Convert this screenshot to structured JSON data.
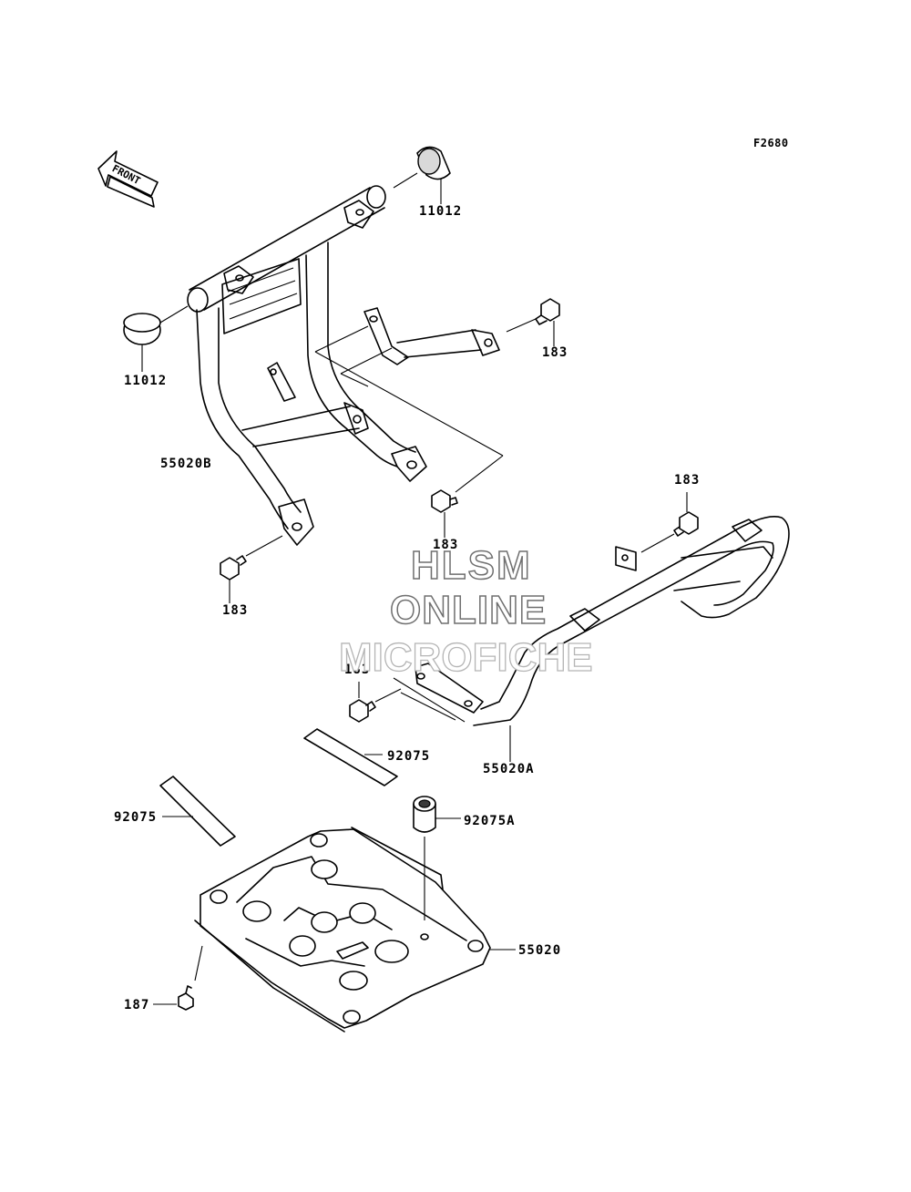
{
  "figure_code": "F2680",
  "front_arrow_text": "FRONT",
  "watermark": [
    "HLSM",
    "ONLINE",
    "MICROFICHE"
  ],
  "parts": [
    {
      "id": "cap-top",
      "number": "11012"
    },
    {
      "id": "cap-left",
      "number": "11012"
    },
    {
      "id": "bolt-right-upper",
      "number": "183"
    },
    {
      "id": "frame-b",
      "number": "55020B"
    },
    {
      "id": "bolt-center",
      "number": "183"
    },
    {
      "id": "bolt-right-lower",
      "number": "183"
    },
    {
      "id": "bolt-left",
      "number": "183"
    },
    {
      "id": "bolt-mid",
      "number": "183"
    },
    {
      "id": "pad-upper",
      "number": "92075"
    },
    {
      "id": "frame-a",
      "number": "55020A"
    },
    {
      "id": "pad-left",
      "number": "92075"
    },
    {
      "id": "damper",
      "number": "92075A"
    },
    {
      "id": "skid-plate",
      "number": "55020"
    },
    {
      "id": "bolt-bottom",
      "number": "187"
    }
  ]
}
